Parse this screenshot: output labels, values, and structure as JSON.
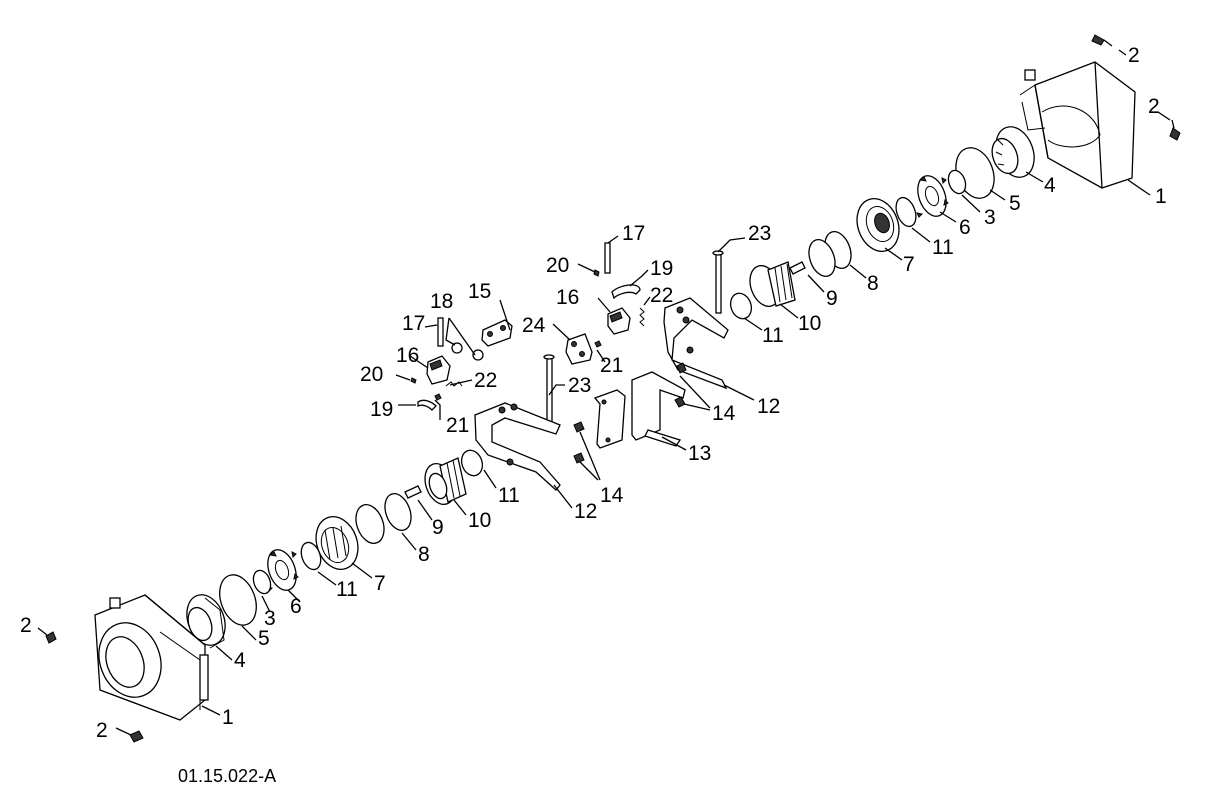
{
  "labels": {
    "p1": "1",
    "p2": "2",
    "p3": "3",
    "p4": "4",
    "p5": "5",
    "p6": "6",
    "p7": "7",
    "p8": "8",
    "p9": "9",
    "p10": "10",
    "p11": "11",
    "p12": "12",
    "p13": "13",
    "p14": "14",
    "p15": "15",
    "p16": "16",
    "p17": "17",
    "p18": "18",
    "p19": "19",
    "p20": "20",
    "p21": "21",
    "p22": "22",
    "p23": "23",
    "p24": "24"
  },
  "reference": "01.15.022-A"
}
